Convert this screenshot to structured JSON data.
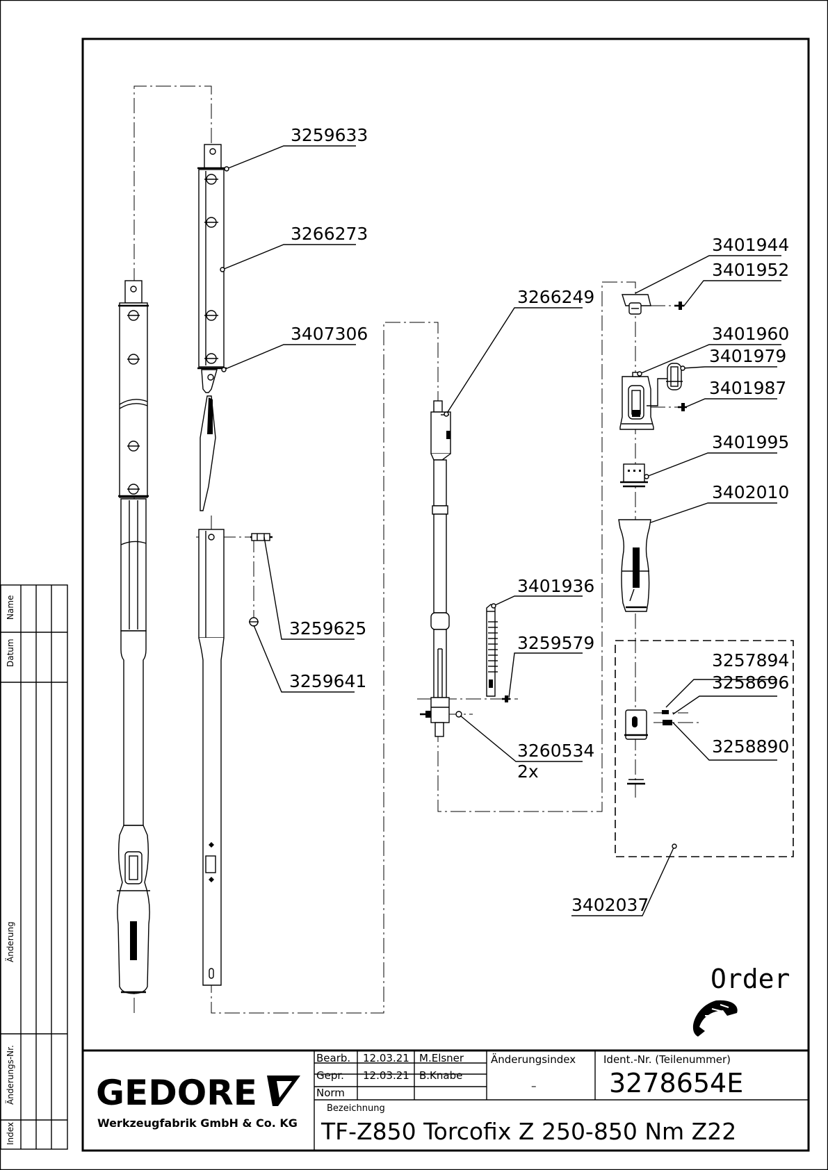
{
  "part_numbers": [
    {
      "id": "p3259633",
      "text": "3259633"
    },
    {
      "id": "p3266273",
      "text": "3266273"
    },
    {
      "id": "p3407306",
      "text": "3407306"
    },
    {
      "id": "p3259625",
      "text": "3259625"
    },
    {
      "id": "p3259641",
      "text": "3259641"
    },
    {
      "id": "p3266249",
      "text": "3266249"
    },
    {
      "id": "p3401936",
      "text": "3401936"
    },
    {
      "id": "p3259579",
      "text": "3259579"
    },
    {
      "id": "p3260534",
      "text": "3260534"
    },
    {
      "id": "p3401944",
      "text": "3401944"
    },
    {
      "id": "p3401952",
      "text": "3401952"
    },
    {
      "id": "p3401960",
      "text": "3401960"
    },
    {
      "id": "p3401979",
      "text": "3401979"
    },
    {
      "id": "p3401987",
      "text": "3401987"
    },
    {
      "id": "p3401995",
      "text": "3401995"
    },
    {
      "id": "p3402010",
      "text": "3402010"
    },
    {
      "id": "p3257894",
      "text": "3257894"
    },
    {
      "id": "p3258696",
      "text": "3258696"
    },
    {
      "id": "p3258890",
      "text": "3258890"
    },
    {
      "id": "p3402037",
      "text": "3402037"
    }
  ],
  "quantity_note": "2x",
  "order_label": "Order",
  "revision_strip": {
    "name": "Name",
    "datum": "Datum",
    "aenderung": "Änderung",
    "aenderungs_nr": "Änderungs-Nr.",
    "index": "Index"
  },
  "title_block": {
    "logo": "GEDORE",
    "company": "Werkzeugfabrik GmbH & Co. KG",
    "bearb_label": "Bearb.",
    "bearb_date": "12.03.21",
    "bearb_name": "M.Elsner",
    "gepr_label": "Gepr.",
    "gepr_date": "12.03.21",
    "gepr_name": "B.Knabe",
    "norm_label": "Norm",
    "aenderungsindex_label": "Änderungsindex",
    "aenderungsindex_value": "–",
    "ident_label": "Ident.-Nr.  (Teilenummer)",
    "ident_value": "3278654E",
    "bezeichnung_label": "Bezeichnung",
    "bezeichnung_value": "TF-Z850 Torcofix Z 250-850 Nm Z22"
  }
}
